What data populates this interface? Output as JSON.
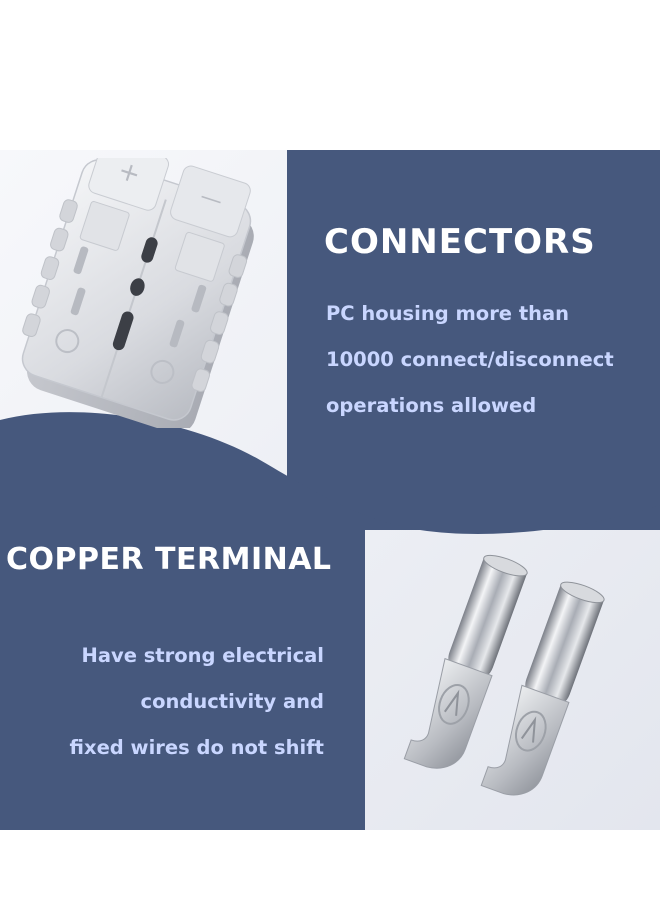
{
  "connectors": {
    "heading": "CONNECTORS",
    "lines": [
      "PC housing more than",
      "10000 connect/disconnect",
      "operations allowed"
    ],
    "housing_symbols": {
      "plus": "+",
      "minus": "—"
    }
  },
  "copper_terminal": {
    "heading": "COPPER TERMINAL",
    "lines": [
      "Have strong electrical",
      "conductivity and",
      "fixed wires do not shift"
    ]
  },
  "colors": {
    "navy_panel": "#46587d",
    "light_panel": "#eceef3",
    "heading_text": "#ffffff",
    "body_text": "#c9d6ff"
  }
}
